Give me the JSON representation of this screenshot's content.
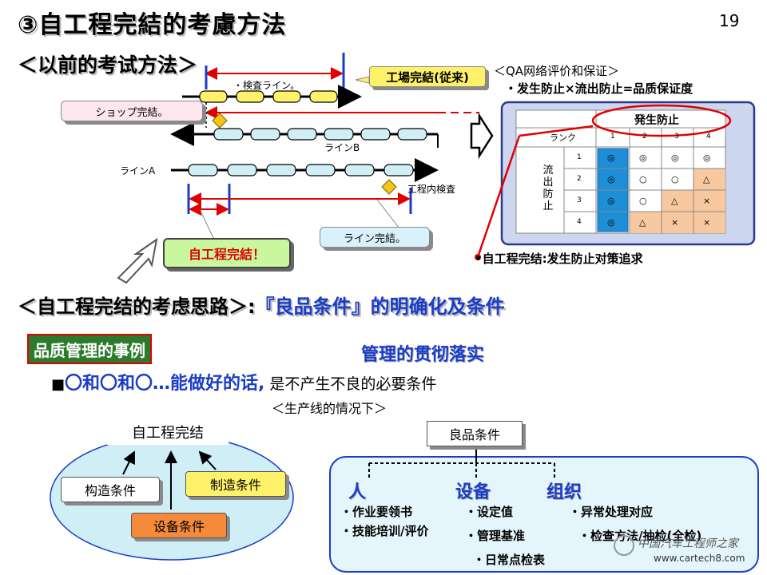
{
  "title": "③自工程完結的考慮方法",
  "page_number": "19",
  "top": {
    "old_method_heading": "＜以前的考试方法＞",
    "inspection_line": "・検査ライン。",
    "factory_complete": "工場完結(従来)",
    "shop_complete": "ショップ完結。",
    "line_b": "ラインB",
    "line_a": "ラインA",
    "in_process_inspection": "工程内検査",
    "line_complete": "ライン完結。",
    "self_complete": "自工程完結！"
  },
  "qa": {
    "heading": "＜QA网络评价和保证＞",
    "subheading": "・发生防止×流出防止=品质保证度",
    "prevention_header": "発生防止",
    "rank_label": "ランク",
    "outflow_label": "流出防止",
    "col_headers": [
      "1",
      "2",
      "3",
      "4"
    ],
    "rows": [
      {
        "rank": "1",
        "cells": [
          "◎",
          "◎",
          "◎",
          "◎"
        ]
      },
      {
        "rank": "2",
        "cells": [
          "◎",
          "○",
          "○",
          "△"
        ]
      },
      {
        "rank": "3",
        "cells": [
          "◎",
          "○",
          "△",
          "×"
        ]
      },
      {
        "rank": "4",
        "cells": [
          "◎",
          "△",
          "×",
          "×"
        ]
      }
    ],
    "note": "•自工程完结:发生防止对策追求"
  },
  "thinking": {
    "heading_prefix": "＜自工程完结的考虑思路＞:",
    "heading_emphasis": "『良品条件』的明确化及条件"
  },
  "example": {
    "tag": "品质管理的事例",
    "management": "管理的贯彻落实",
    "bullet": "■",
    "circles_sentence": "〇和〇和〇…能做好的话,",
    "rest_sentence": "是不产生不良的必要条件",
    "production_line": "＜生产线的情况下＞"
  },
  "left_diagram": {
    "center_label": "自工程完结",
    "structure": "构造条件",
    "manufacturing": "制造条件",
    "equipment": "设备条件"
  },
  "right_diagram": {
    "good_conditions": "良品条件",
    "people": "人",
    "equipment": "设备",
    "organization": "组织",
    "people_items": [
      "・作业要领书",
      "・技能培训/评价"
    ],
    "equipment_items": [
      "・设定值",
      "・管理基准",
      "・日常点检表"
    ],
    "org_items": [
      "・异常处理对应",
      "・检查方法/抽检(全检)"
    ]
  },
  "watermark": {
    "brand": "中国汽车工程师之家",
    "url": "www.cartech8.com"
  },
  "colors": {
    "accent_blue": "#1a3cc8",
    "red": "#e00000",
    "yellow_box": "#fff26a",
    "green_box": "#c8f7a0",
    "orange_box": "#f58a3a",
    "light_blue": "#cfeef6",
    "table_blue": "#1e8fd6",
    "table_orange": "#f8c8a0"
  }
}
